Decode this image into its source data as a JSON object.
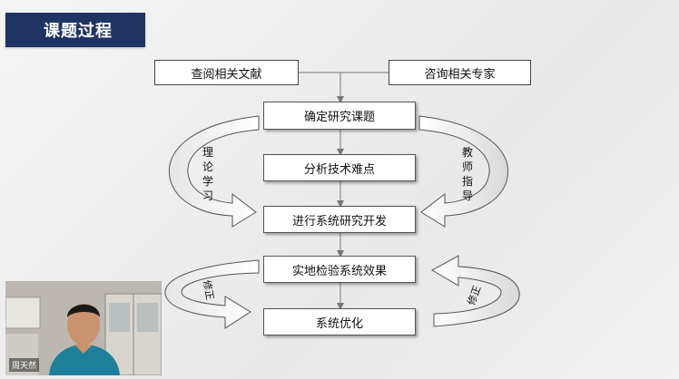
{
  "slide": {
    "title": "课题过程",
    "colors": {
      "title_bg": "#1f3462",
      "title_text": "#ffffff",
      "box_border": "#555555",
      "arrow": "#777777"
    }
  },
  "flow": {
    "top_left": "查阅相关文献",
    "top_right": "咨询相关专家",
    "steps": [
      "确定研究课题",
      "分析技术难点",
      "进行系统研究开发",
      "实地检验系统效果",
      "系统优化"
    ],
    "left_curve_label": [
      "理",
      "论",
      "学",
      "习"
    ],
    "right_curve_label": [
      "教",
      "师",
      "指",
      "导"
    ],
    "left_revise_label": "修正",
    "right_revise_label": "修正"
  },
  "webcam": {
    "name_tag": "周天然"
  }
}
